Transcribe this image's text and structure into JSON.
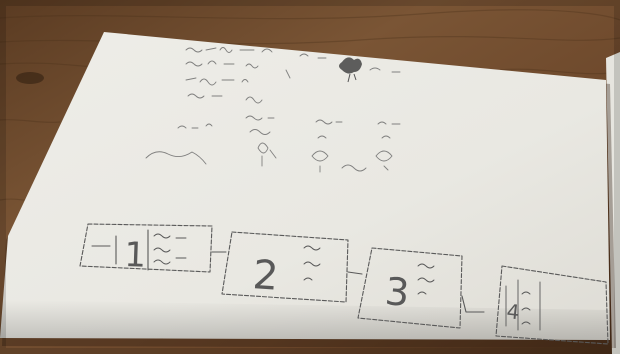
{
  "scene": {
    "description_colors": {
      "table": "#6b4a2e",
      "table_dark": "#3f2a18",
      "table_light": "#8a6444",
      "paper": "#ecebe6",
      "paper_shadow": "#cfcdc6",
      "ink": "#5a5a5a"
    },
    "sketch": {
      "frames": [
        {
          "label": "1"
        },
        {
          "label": "2"
        },
        {
          "label": "3"
        },
        {
          "label": "4"
        }
      ]
    }
  }
}
